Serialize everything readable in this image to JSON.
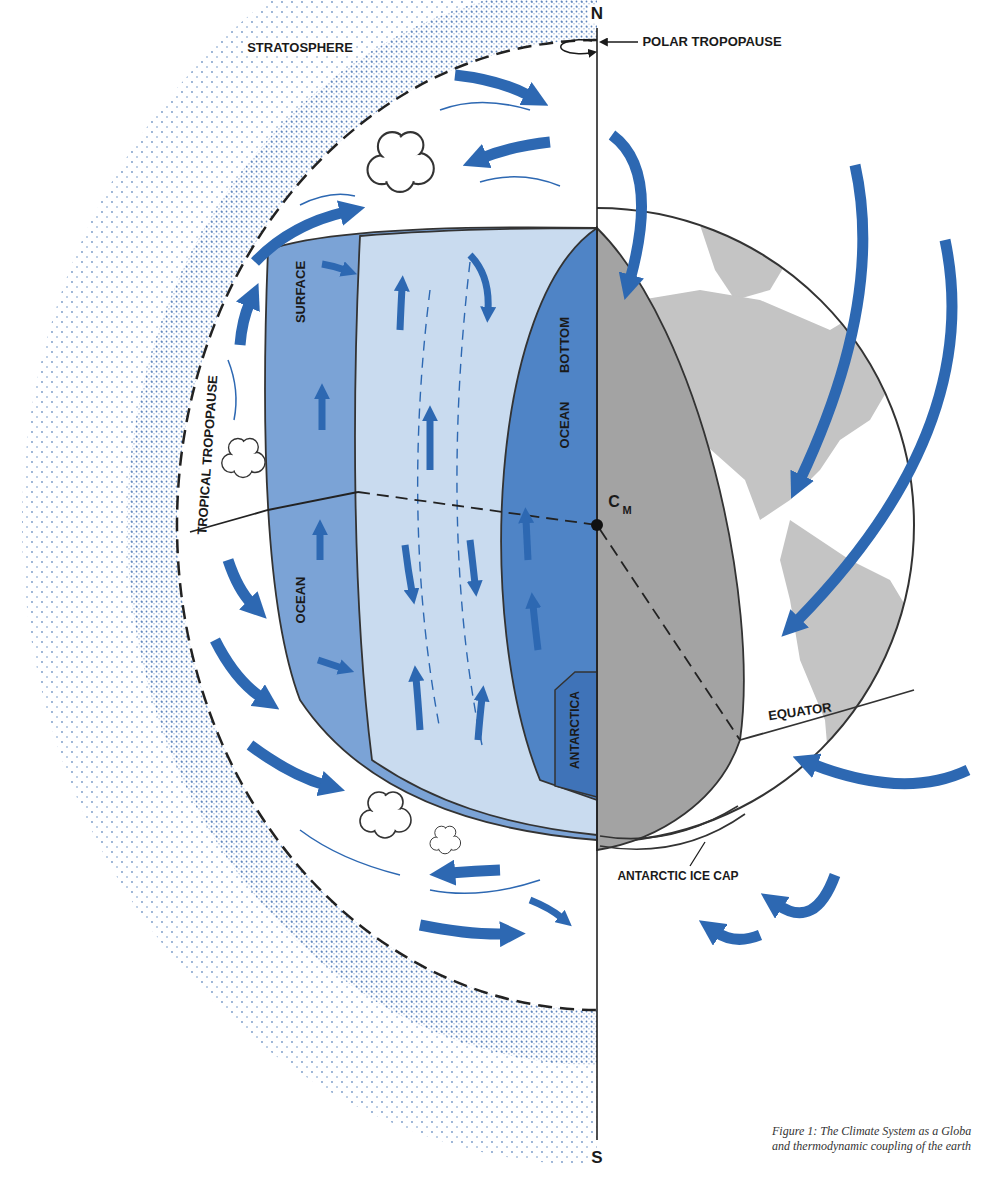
{
  "diagram": {
    "caption": "Figure 1: The Climate System as a Globa and thermodynamic coupling of the earth",
    "labels": [
      "STRATOSPHERE",
      "N",
      "POLAR TROPOPAUSE",
      "TROPICAL TROPOPAUSE",
      "SURFACE",
      "OCEAN",
      "BOTTOM",
      "OCEAN",
      "C",
      "M",
      "EQUATOR",
      "ANTARCTICA",
      "ANTARCTIC ICE CAP",
      "S"
    ]
  }
}
